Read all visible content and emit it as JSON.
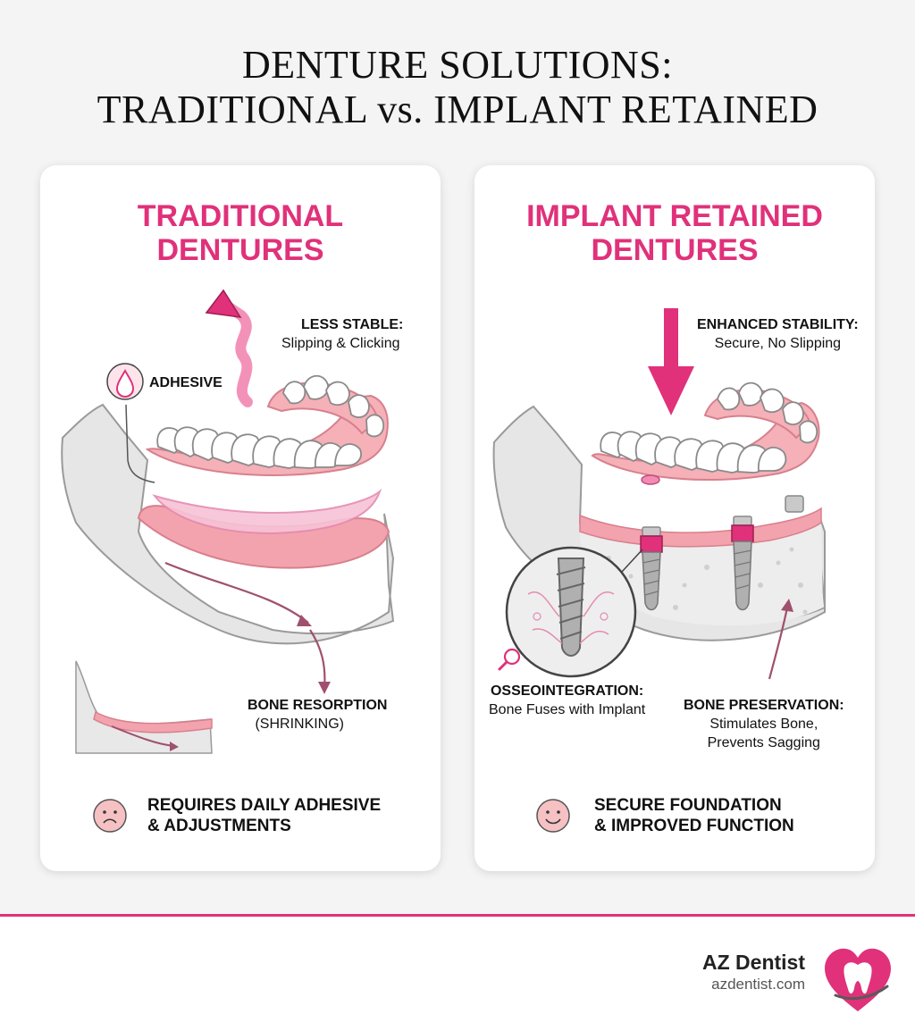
{
  "title": {
    "line1": "DENTURE SOLUTIONS:",
    "line2": "TRADITIONAL vs. IMPLANT RETAINED"
  },
  "left": {
    "title_line1": "TRADITIONAL",
    "title_line2": "DENTURES",
    "stability_heading": "LESS STABLE:",
    "stability_text": "Slipping & Clicking",
    "adhesive_label": "ADHESIVE",
    "resorption_heading": "BONE RESORPTION",
    "resorption_text": "(SHRINKING)",
    "footer_line1": "REQUIRES DAILY ADHESIVE",
    "footer_line2": "& ADJUSTMENTS",
    "footer_icon": "sad-face-icon"
  },
  "right": {
    "title_line1": "IMPLANT RETAINED",
    "title_line2": "DENTURES",
    "stability_heading": "ENHANCED STABILITY:",
    "stability_text": "Secure, No Slipping",
    "osseo_heading": "OSSEOINTEGRATION:",
    "osseo_text": "Bone Fuses with Implant",
    "preservation_heading": "BONE PRESERVATION:",
    "preservation_text1": "Stimulates Bone,",
    "preservation_text2": "Prevents Sagging",
    "footer_line1": "SECURE FOUNDATION",
    "footer_line2": "& IMPROVED FUNCTION",
    "footer_icon": "happy-face-icon"
  },
  "brand": {
    "name": "AZ Dentist",
    "url": "azdentist.com",
    "logo_icon": "tooth-heart-logo"
  },
  "colors": {
    "accent": "#e0317a",
    "gum": "#f3a3ad",
    "bone": "#e6e6e6"
  }
}
